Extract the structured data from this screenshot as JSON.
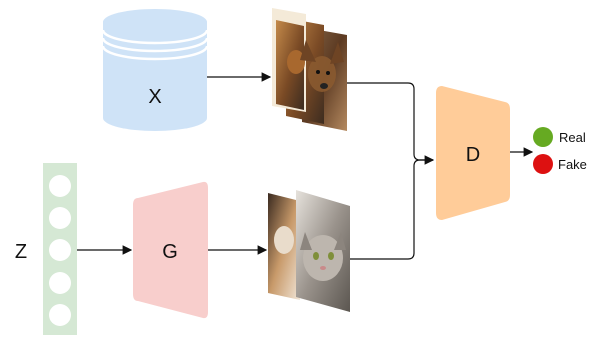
{
  "labels": {
    "dataset": "X",
    "noise": "Z",
    "generator": "G",
    "discriminator": "D",
    "real": "Real",
    "fake": "Fake"
  },
  "colors": {
    "dataset_fill": "#cfe3f7",
    "noise_fill": "#d5e8d4",
    "generator_fill": "#f8cecc",
    "discriminator_fill": "#ffcc99",
    "real_dot": "#66aa22",
    "fake_dot": "#dd1111"
  },
  "images": {
    "real_stack": [
      "dog-photo",
      "dog-photo",
      "dog-photo"
    ],
    "fake_stack": [
      "dog-photo",
      "cat-photo"
    ]
  }
}
